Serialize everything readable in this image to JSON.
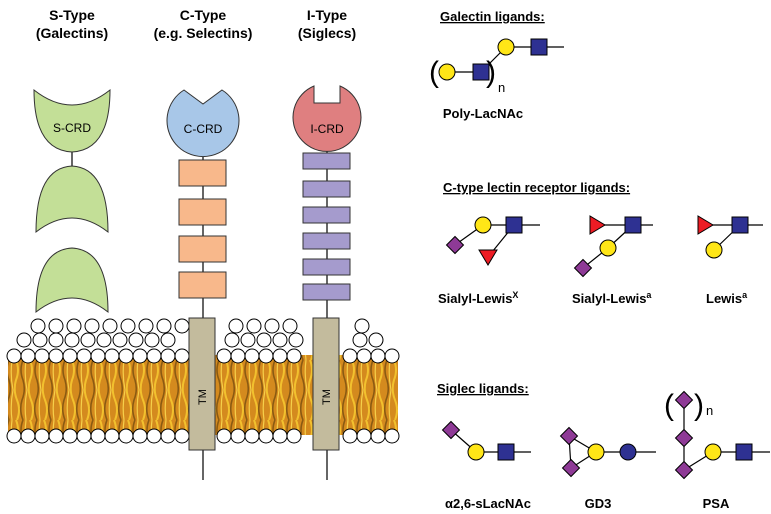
{
  "receptors": {
    "s_type": {
      "title_line1": "S-Type",
      "title_line2": "(Galectins)",
      "crd_label": "S-CRD",
      "color": "#c3df97"
    },
    "c_type": {
      "title_line1": "C-Type",
      "title_line2": "(e.g. Selectins)",
      "crd_label": "C-CRD",
      "color": "#a8c7e8",
      "domain_color": "#f8b88b"
    },
    "i_type": {
      "title_line1": "I-Type",
      "title_line2": "(Siglecs)",
      "crd_label": "I-CRD",
      "color": "#df7f80",
      "domain_color": "#a59bcd"
    },
    "tm_label": "TM",
    "tm_color": "#c3bb9d"
  },
  "ligand_groups": {
    "galectin": {
      "heading": "Galectin ligands:",
      "ligands": [
        {
          "name": "Poly-LacNAc",
          "repeat": "n"
        }
      ]
    },
    "c_type": {
      "heading": "C-type lectin receptor ligands:",
      "ligands": [
        {
          "name": "Sialyl-Lewis",
          "sup": "X"
        },
        {
          "name": "Sialyl-Lewis",
          "sup": "a"
        },
        {
          "name": "Lewis",
          "sup": "a"
        }
      ]
    },
    "siglec": {
      "heading": "Siglec ligands:",
      "ligands": [
        {
          "name": "α2,6-sLacNAc"
        },
        {
          "name": "GD3"
        },
        {
          "name": "PSA",
          "repeat": "n"
        }
      ]
    }
  },
  "symbol_colors": {
    "galactose": "#ffe617",
    "glcnac": "#2e3192",
    "sialic_acid": "#8e3a96",
    "fucose": "#ed1c24",
    "glucose": "#2e3192"
  }
}
